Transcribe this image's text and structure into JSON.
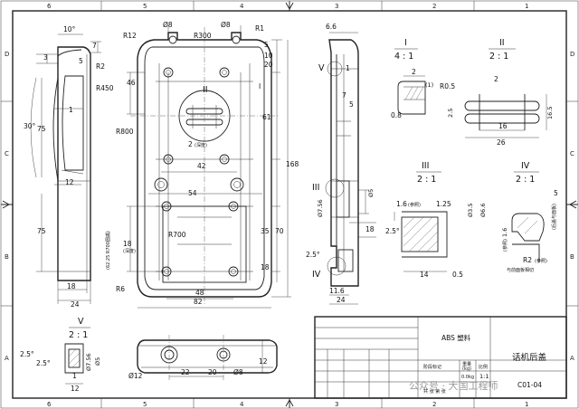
{
  "zones": {
    "columns": [
      "6",
      "5",
      "4",
      "3",
      "2",
      "1"
    ],
    "rows": [
      "D",
      "C",
      "B",
      "A"
    ]
  },
  "main_view": {
    "dims": {
      "d8_left": "Ø8",
      "d8_right": "Ø8",
      "r1": "R1",
      "r12": "R12",
      "r300": "R300",
      "d5": "5",
      "d10": "10",
      "d20": "20",
      "d46": "46",
      "d61": "61",
      "d168": "168",
      "d42": "42",
      "d54": "54",
      "d35": "35",
      "d70": "70",
      "d18": "18",
      "d48": "48",
      "d82": "82",
      "r800": "R800",
      "r700": "R700",
      "r6": "R6",
      "note_2": "2",
      "note_2_sub": "(深度)",
      "d18_hole": "18",
      "hole_note": "(深度)",
      "d62": "(62.25 R700圆孤)",
      "section_I": "I",
      "detail_II": "II"
    }
  },
  "left_view": {
    "dims": {
      "d10deg": "10°",
      "d7": "7",
      "d3": "3",
      "d5": "5",
      "r2": "R2",
      "r450": "R450",
      "d30deg": "30°",
      "d1": "1",
      "d75a": "75",
      "d12": "12",
      "d75b": "75",
      "d18": "18",
      "d24": "24"
    }
  },
  "right_view": {
    "dims": {
      "d6_6": "6.6",
      "d1": "1",
      "d7": "7",
      "d5": "5",
      "d7_56": "Ø7.56",
      "d5b": "Ø5",
      "d18": "18",
      "d2_5deg": "2.5°",
      "d11_6": "11.6",
      "d24": "24",
      "mark_V": "V",
      "mark_III": "III",
      "mark_IV": "IV"
    }
  },
  "detail_I": {
    "title": "I",
    "scale": "4 : 1",
    "dims": {
      "d2": "2",
      "d1": "(1)",
      "d0_8": "0.8"
    }
  },
  "detail_II": {
    "title": "II",
    "scale": "2 : 1",
    "dims": {
      "r0_5": "R0.5",
      "d2": "2",
      "d2_5": "2.5",
      "d16": "16",
      "d26": "26",
      "d16_5": "16.5"
    }
  },
  "detail_III": {
    "title": "III",
    "scale": "2 : 1",
    "dims": {
      "d1_6": "1.6",
      "d1_6_note": "(参照)",
      "d1_25": "1.25",
      "d3_5": "Ø3.5",
      "d6_6": "Ø6.6",
      "d2_5deg": "2.5°",
      "d14": "14",
      "d0_5": "0.5"
    }
  },
  "detail_IV": {
    "title": "IV",
    "scale": "2 : 1",
    "dims": {
      "d5": "5",
      "d5_note": "(后盖与面板)",
      "d1_6": "1.6",
      "d1_6_note": "(参照)",
      "r2": "R2",
      "r2_note": "(参照)",
      "bottom_note": "与前面板相切"
    }
  },
  "detail_V": {
    "title": "V",
    "scale": "2 : 1",
    "dims": {
      "d2_5deg_a": "2.5°",
      "d2_5deg_b": "2.5°",
      "d7_56": "Ø7.56",
      "d5": "Ø5",
      "d1": "1",
      "d12": "12"
    }
  },
  "bottom_view": {
    "dims": {
      "d12": "Ø12",
      "d22": "22",
      "d20": "20",
      "d8": "Ø8",
      "d12b": "12"
    }
  },
  "title_block": {
    "material": "ABS 塑料",
    "part_name": "话机后盖",
    "drawing_no": "C01-04",
    "weight": "0.0kg",
    "scale": "1:1",
    "label_stage": "阶段标记",
    "label_weight": "重量",
    "label_scale": "比例",
    "label_kg": "(kg)",
    "sheet_info": "共 张 第 张"
  },
  "watermark": "公众号 · 大国工程师"
}
